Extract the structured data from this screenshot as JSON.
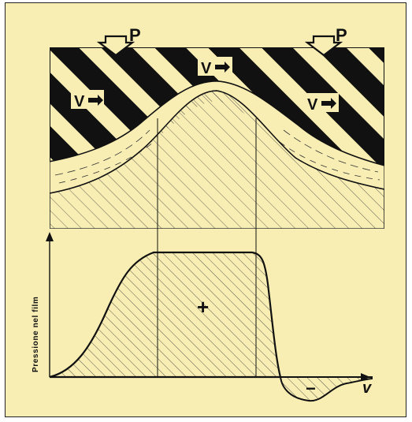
{
  "labels": {
    "load_left": "P",
    "load_right": "P",
    "velocity_left": "V",
    "velocity_top": "V",
    "velocity_right": "V",
    "y_axis": "Pressione nel film",
    "x_axis": "v",
    "positive_region": "+",
    "negative_region": "−"
  },
  "colors": {
    "background": "#f8eeb4",
    "ink": "#111111",
    "stripe_light": "#f8eeb4"
  }
}
